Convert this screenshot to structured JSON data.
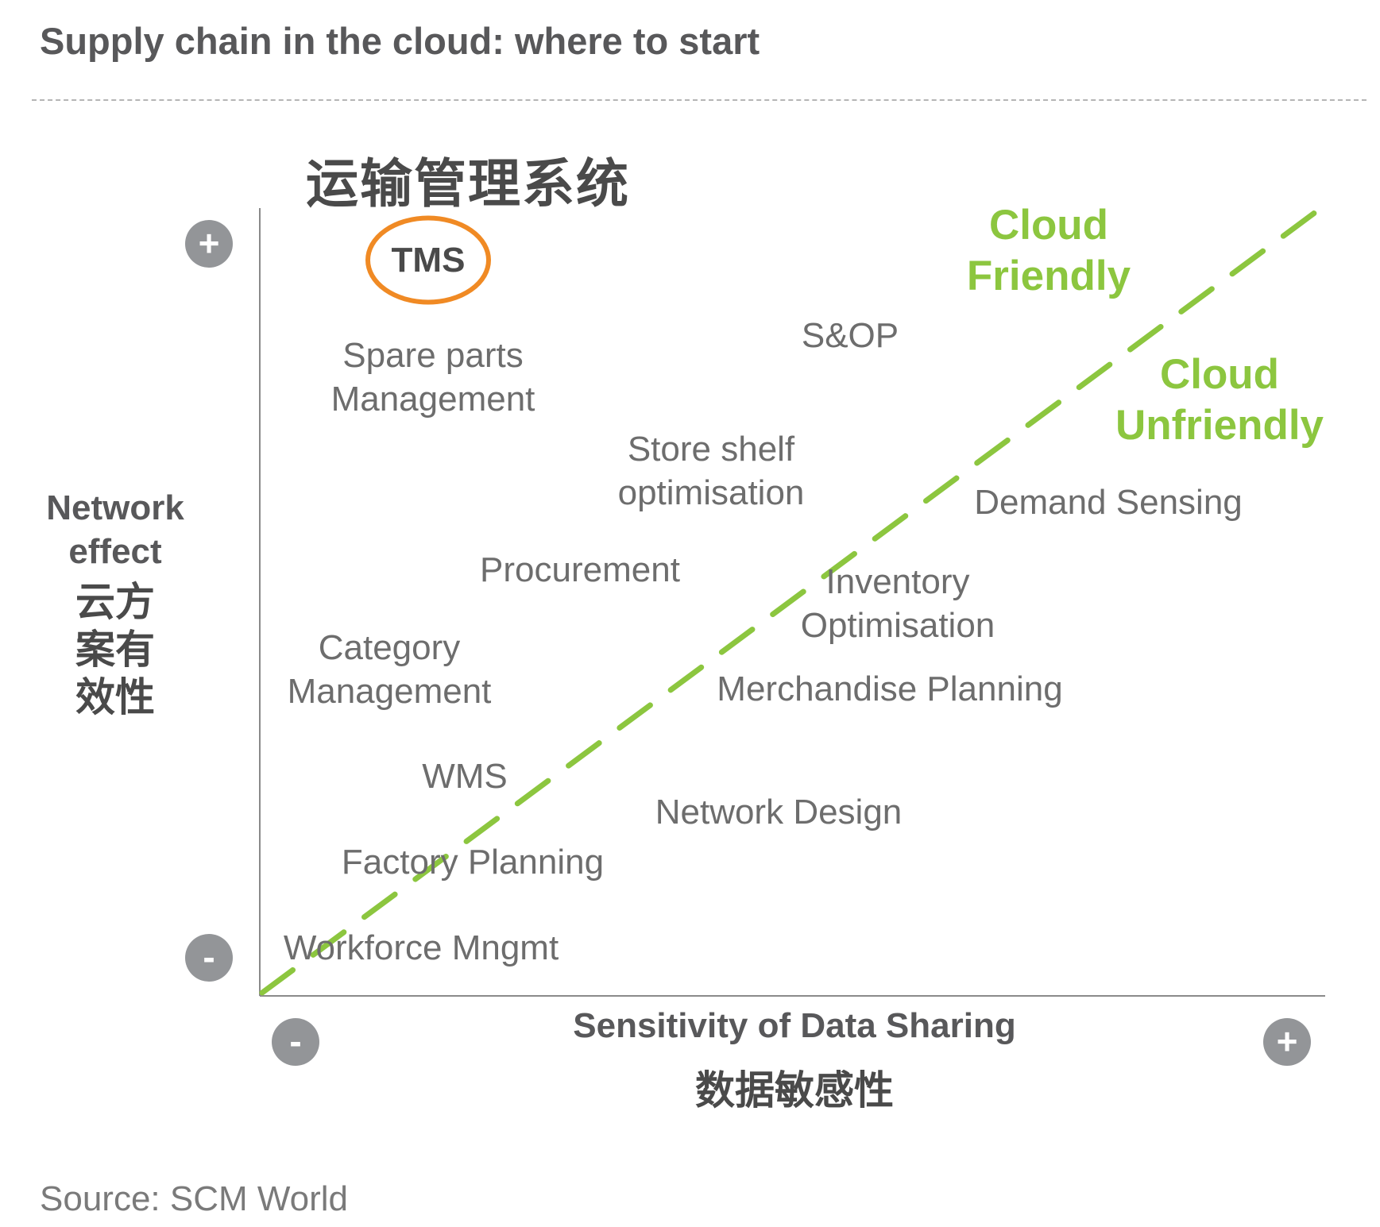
{
  "header": {
    "title": "Supply chain in the cloud: where to start",
    "chinese_title": "运输管理系统"
  },
  "y_axis": {
    "label": "Network effect",
    "label_cn": "云方案有效性",
    "label_cn_lines": [
      "云方",
      "案有",
      "效性"
    ],
    "high_symbol": "+",
    "low_symbol": "-"
  },
  "x_axis": {
    "label": "Sensitivity of Data Sharing",
    "label_cn": "数据敏感性",
    "low_symbol": "-",
    "high_symbol": "+"
  },
  "zones": {
    "friendly": {
      "line1": "Cloud",
      "line2": "Friendly"
    },
    "unfriendly": {
      "line1": "Cloud",
      "line2": "Unfriendly"
    }
  },
  "highlight": {
    "label": "TMS"
  },
  "items": [
    {
      "id": "spare-parts",
      "lines": [
        "Spare parts",
        "Management"
      ]
    },
    {
      "id": "sop",
      "lines": [
        "S&OP"
      ]
    },
    {
      "id": "store-shelf",
      "lines": [
        "Store shelf",
        "optimisation"
      ]
    },
    {
      "id": "demand-sensing",
      "lines": [
        "Demand Sensing"
      ]
    },
    {
      "id": "procurement",
      "lines": [
        "Procurement"
      ]
    },
    {
      "id": "inventory",
      "lines": [
        "Inventory",
        "Optimisation"
      ]
    },
    {
      "id": "category",
      "lines": [
        "Category",
        "Management"
      ]
    },
    {
      "id": "merchandise",
      "lines": [
        "Merchandise Planning"
      ]
    },
    {
      "id": "wms",
      "lines": [
        "WMS"
      ]
    },
    {
      "id": "network-design",
      "lines": [
        "Network Design"
      ]
    },
    {
      "id": "factory",
      "lines": [
        "Factory Planning"
      ]
    },
    {
      "id": "workforce",
      "lines": [
        "Workforce Mngmt"
      ]
    }
  ],
  "footer": {
    "source": "Source: SCM World"
  },
  "colors": {
    "divider_line": "#8cc63f",
    "highlight_ring": "#f08a24",
    "axis_symbol_bg": "#939598",
    "text": "#58585a"
  }
}
